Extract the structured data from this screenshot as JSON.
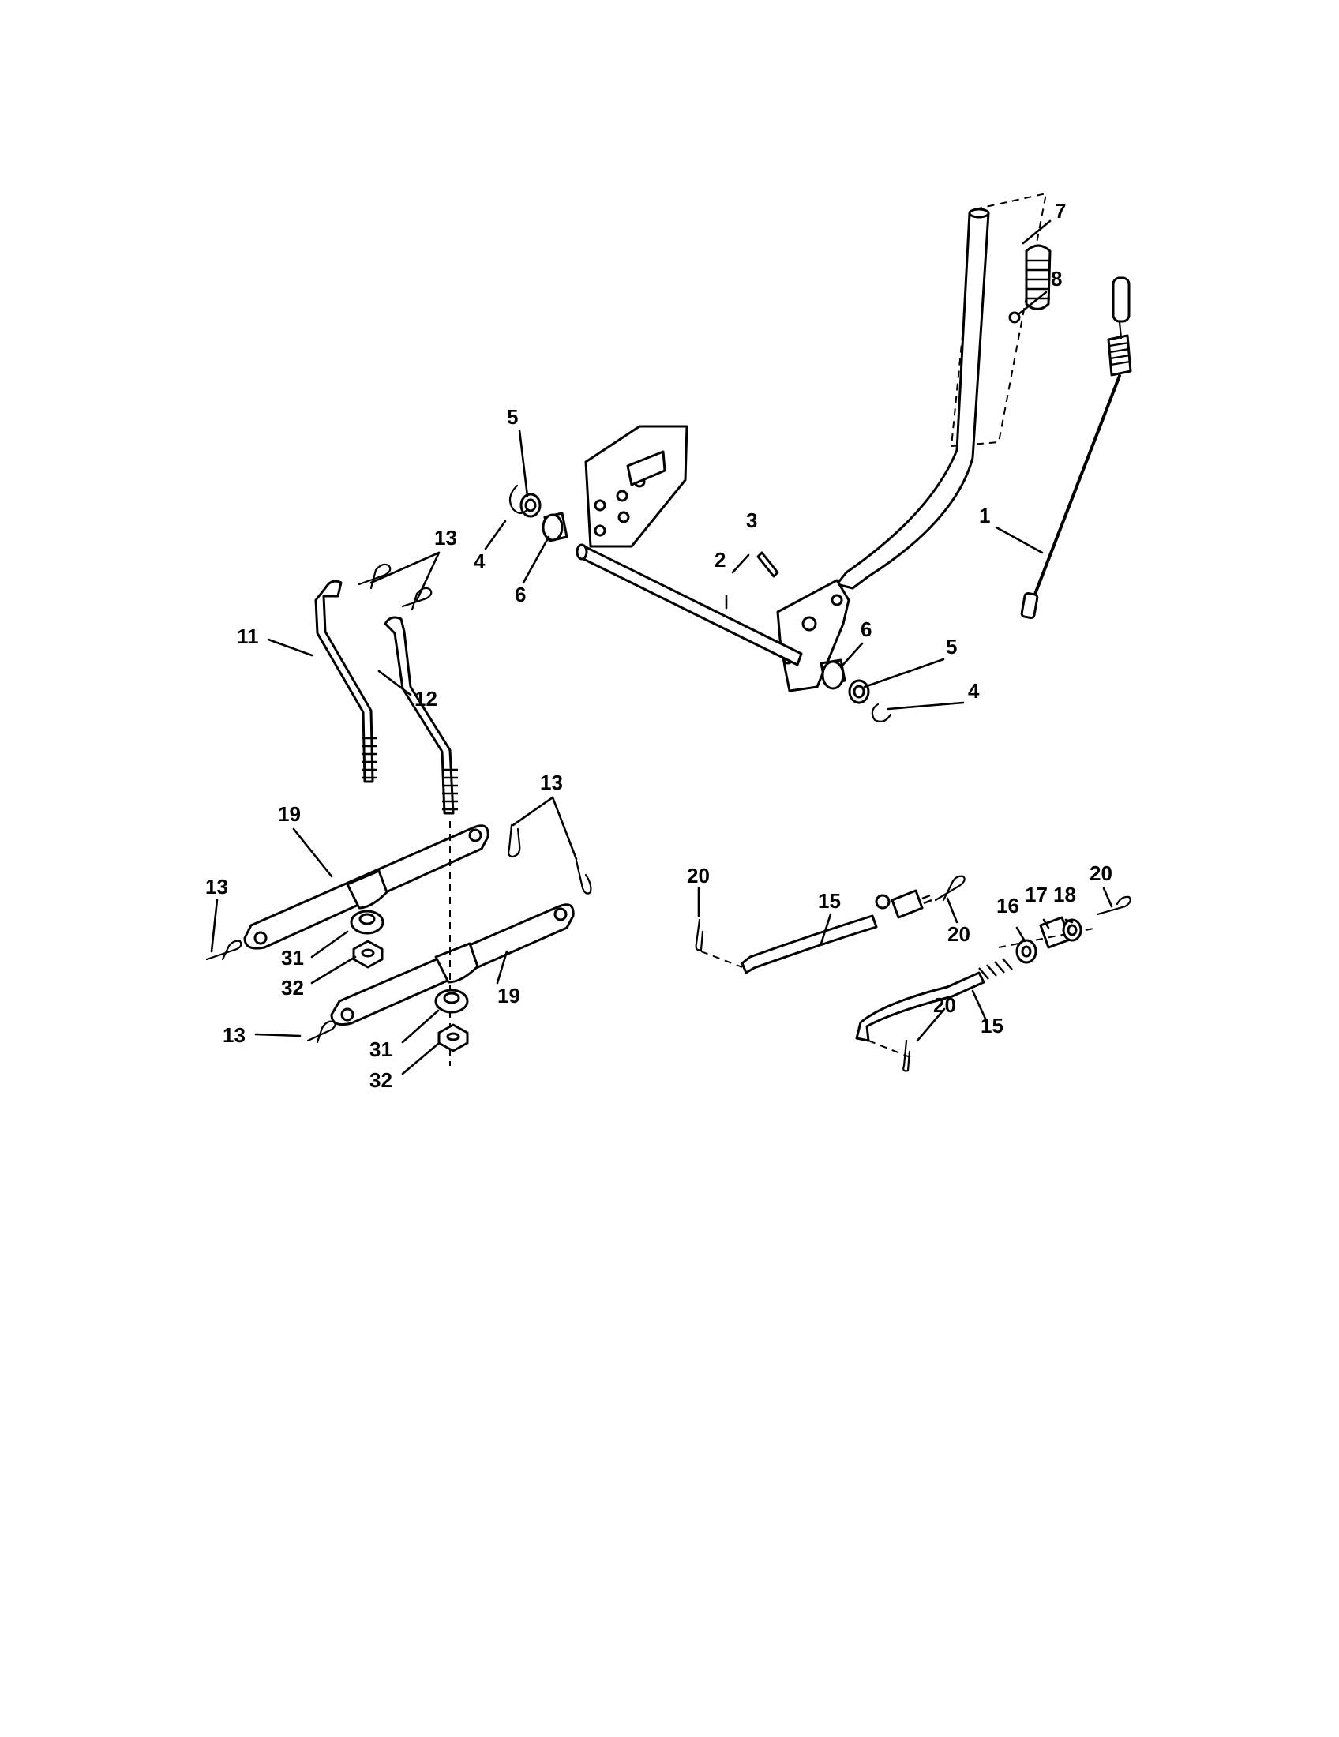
{
  "callouts": {
    "c1": "1",
    "c2": "2",
    "c3": "3",
    "c4a": "4",
    "c4b": "4",
    "c5a": "5",
    "c5b": "5",
    "c6a": "6",
    "c6b": "6",
    "c7": "7",
    "c8": "8",
    "c11": "11",
    "c12": "12",
    "c13a": "13",
    "c13b": "13",
    "c13c": "13",
    "c13d": "13",
    "c15a": "15",
    "c15b": "15",
    "c16": "16",
    "c17": "17",
    "c18": "18",
    "c19a": "19",
    "c19b": "19",
    "c20a": "20",
    "c20b": "20",
    "c20c": "20",
    "c20d": "20",
    "c31a": "31",
    "c31b": "31",
    "c32a": "32",
    "c32b": "32"
  }
}
